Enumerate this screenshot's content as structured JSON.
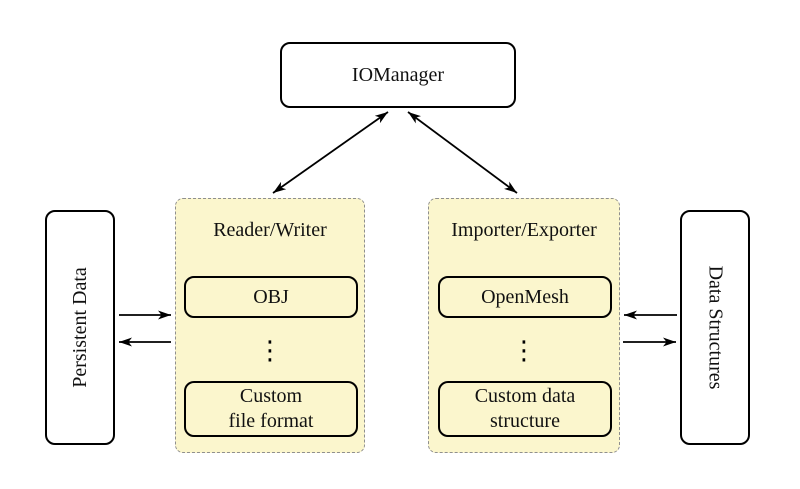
{
  "diagram": {
    "io_manager": {
      "label": "IOManager"
    },
    "reader_writer": {
      "title": "Reader/Writer",
      "ellipsis": "⋮",
      "items": [
        {
          "lines": [
            "OBJ"
          ]
        },
        {
          "lines": [
            "Custom",
            "file format"
          ]
        }
      ]
    },
    "importer_exporter": {
      "title": "Importer/Exporter",
      "ellipsis": "⋮",
      "items": [
        {
          "lines": [
            "OpenMesh"
          ]
        },
        {
          "lines": [
            "Custom data",
            "structure"
          ]
        }
      ]
    },
    "persistent_data": {
      "label": "Persistent Data"
    },
    "data_structures": {
      "label": "Data Structures"
    },
    "colors": {
      "background": "#ffffff",
      "group_fill": "#fbf6cd",
      "group_border": "#8f8f8f",
      "node_border": "#000000",
      "node_fill": "#ffffff",
      "arrow": "#000000",
      "text": "#111111"
    }
  }
}
